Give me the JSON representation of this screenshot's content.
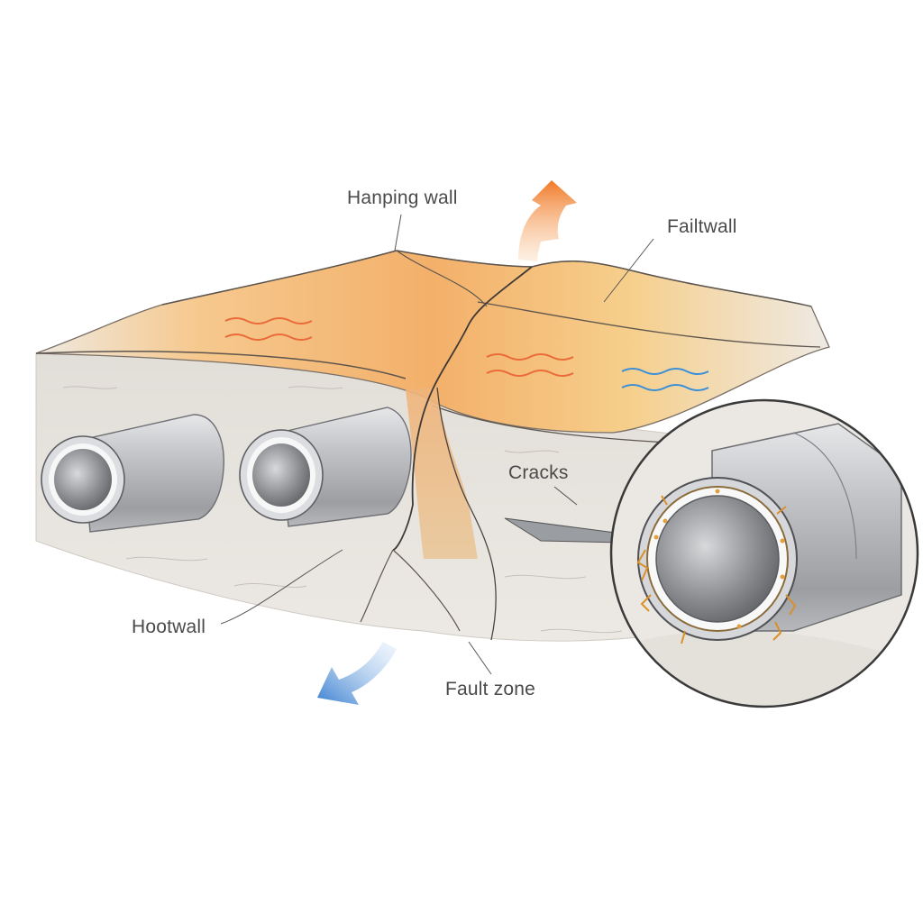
{
  "labels": {
    "hanging_wall": "Hanping wall",
    "fault_wall": "Failtwall",
    "cracks": "Cracks",
    "footwall": "Hootwall",
    "fault_zone": "Fault zone"
  },
  "arrows": {
    "up_color": "#f07a28",
    "down_color": "#3a7fd0"
  },
  "colors": {
    "hanging_wall_fill": "#f3b46a",
    "rock_fill": "#e7e4df",
    "pipe_fill": "#b9bbbe",
    "heat_wave": "#ea6a3a",
    "cool_wave": "#3a8fd8"
  }
}
